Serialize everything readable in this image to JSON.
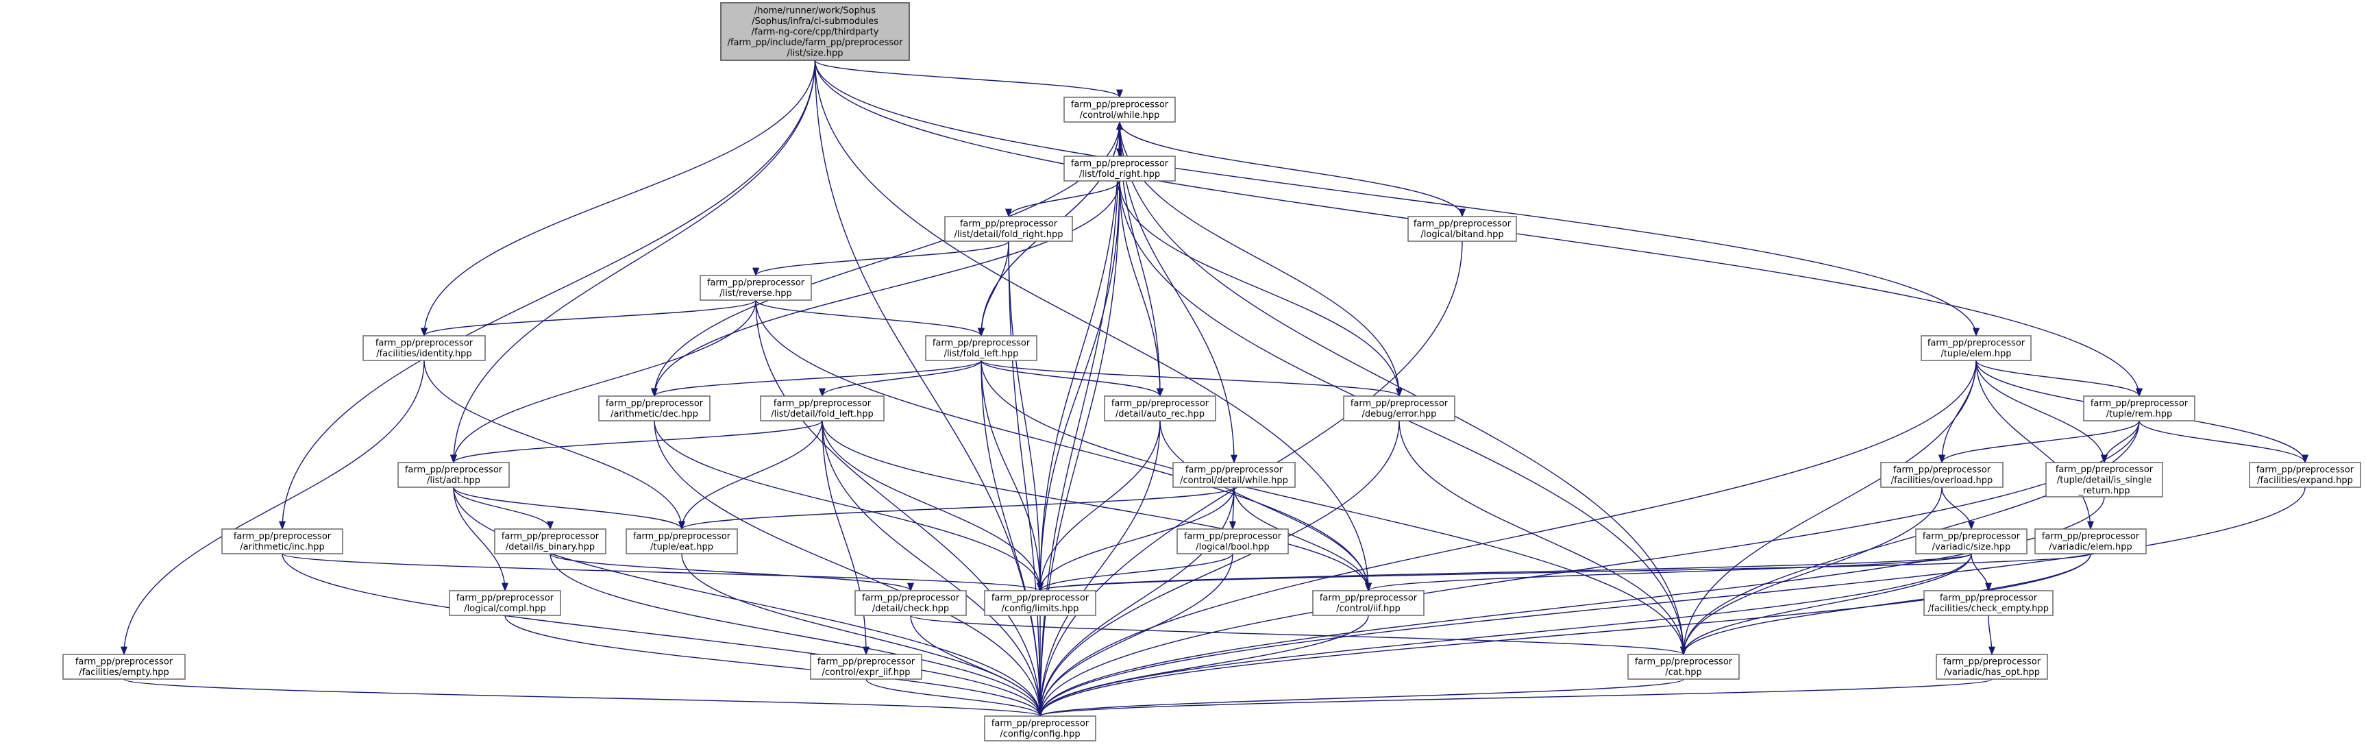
{
  "graph": {
    "title": "",
    "nodes": [
      {
        "id": "root",
        "lines": [
          "/home/runner/work/Sophus",
          "/Sophus/infra/ci-submodules",
          "/farm-ng-core/cpp/thirdparty",
          "/farm_pp/include/farm_pp/preprocessor",
          "/list/size.hpp"
        ],
        "root": true
      },
      {
        "id": "while",
        "lines": [
          "farm_pp/preprocessor",
          "/control/while.hpp"
        ]
      },
      {
        "id": "fold_right",
        "lines": [
          "farm_pp/preprocessor",
          "/list/fold_right.hpp"
        ]
      },
      {
        "id": "bitand",
        "lines": [
          "farm_pp/preprocessor",
          "/logical/bitand.hpp"
        ]
      },
      {
        "id": "detail_fold_right",
        "lines": [
          "farm_pp/preprocessor",
          "/list/detail/fold_right.hpp"
        ]
      },
      {
        "id": "reverse",
        "lines": [
          "farm_pp/preprocessor",
          "/list/reverse.hpp"
        ]
      },
      {
        "id": "identity",
        "lines": [
          "farm_pp/preprocessor",
          "/facilities/identity.hpp"
        ]
      },
      {
        "id": "fold_left",
        "lines": [
          "farm_pp/preprocessor",
          "/list/fold_left.hpp"
        ]
      },
      {
        "id": "tuple_elem",
        "lines": [
          "farm_pp/preprocessor",
          "/tuple/elem.hpp"
        ]
      },
      {
        "id": "dec",
        "lines": [
          "farm_pp/preprocessor",
          "/arithmetic/dec.hpp"
        ]
      },
      {
        "id": "detail_fold_left",
        "lines": [
          "farm_pp/preprocessor",
          "/list/detail/fold_left.hpp"
        ]
      },
      {
        "id": "auto_rec",
        "lines": [
          "farm_pp/preprocessor",
          "/detail/auto_rec.hpp"
        ]
      },
      {
        "id": "debug_error",
        "lines": [
          "farm_pp/preprocessor",
          "/debug/error.hpp"
        ]
      },
      {
        "id": "rem",
        "lines": [
          "farm_pp/preprocessor",
          "/tuple/rem.hpp"
        ]
      },
      {
        "id": "adt",
        "lines": [
          "farm_pp/preprocessor",
          "/list/adt.hpp"
        ]
      },
      {
        "id": "detail_while",
        "lines": [
          "farm_pp/preprocessor",
          "/control/detail/while.hpp"
        ]
      },
      {
        "id": "overload",
        "lines": [
          "farm_pp/preprocessor",
          "/facilities/overload.hpp"
        ]
      },
      {
        "id": "is_single_return",
        "lines": [
          "farm_pp/preprocessor",
          "/tuple/detail/is_single",
          "_return.hpp"
        ]
      },
      {
        "id": "expand",
        "lines": [
          "farm_pp/preprocessor",
          "/facilities/expand.hpp"
        ]
      },
      {
        "id": "inc",
        "lines": [
          "farm_pp/preprocessor",
          "/arithmetic/inc.hpp"
        ]
      },
      {
        "id": "is_binary",
        "lines": [
          "farm_pp/preprocessor",
          "/detail/is_binary.hpp"
        ]
      },
      {
        "id": "eat",
        "lines": [
          "farm_pp/preprocessor",
          "/tuple/eat.hpp"
        ]
      },
      {
        "id": "bool",
        "lines": [
          "farm_pp/preprocessor",
          "/logical/bool.hpp"
        ]
      },
      {
        "id": "variadic_elem",
        "lines": [
          "farm_pp/preprocessor",
          "/variadic/elem.hpp"
        ]
      },
      {
        "id": "variadic_size",
        "lines": [
          "farm_pp/preprocessor",
          "/variadic/size.hpp"
        ]
      },
      {
        "id": "compl",
        "lines": [
          "farm_pp/preprocessor",
          "/logical/compl.hpp"
        ]
      },
      {
        "id": "check",
        "lines": [
          "farm_pp/preprocessor",
          "/detail/check.hpp"
        ]
      },
      {
        "id": "limits",
        "lines": [
          "farm_pp/preprocessor",
          "/config/limits.hpp"
        ]
      },
      {
        "id": "iif",
        "lines": [
          "farm_pp/preprocessor",
          "/control/iif.hpp"
        ]
      },
      {
        "id": "check_empty",
        "lines": [
          "farm_pp/preprocessor",
          "/facilities/check_empty.hpp"
        ]
      },
      {
        "id": "empty",
        "lines": [
          "farm_pp/preprocessor",
          "/facilities/empty.hpp"
        ]
      },
      {
        "id": "expr_iif",
        "lines": [
          "farm_pp/preprocessor",
          "/control/expr_iif.hpp"
        ]
      },
      {
        "id": "cat",
        "lines": [
          "farm_pp/preprocessor",
          "/cat.hpp"
        ]
      },
      {
        "id": "has_opt",
        "lines": [
          "farm_pp/preprocessor",
          "/variadic/has_opt.hpp"
        ]
      },
      {
        "id": "config",
        "lines": [
          "farm_pp/preprocessor",
          "/config/config.hpp"
        ]
      }
    ],
    "edges": [
      [
        "root",
        "while"
      ],
      [
        "root",
        "config"
      ],
      [
        "root",
        "inc"
      ],
      [
        "root",
        "identity"
      ],
      [
        "root",
        "adt"
      ],
      [
        "root",
        "tuple_elem"
      ],
      [
        "root",
        "rem"
      ],
      [
        "root",
        "iif"
      ],
      [
        "while",
        "fold_right"
      ],
      [
        "while",
        "bitand"
      ],
      [
        "while",
        "fold_left"
      ],
      [
        "while",
        "dec"
      ],
      [
        "while",
        "auto_rec"
      ],
      [
        "while",
        "debug_error"
      ],
      [
        "while",
        "detail_while"
      ],
      [
        "while",
        "limits"
      ],
      [
        "while",
        "cat"
      ],
      [
        "while",
        "config"
      ],
      [
        "fold_right",
        "while"
      ],
      [
        "fold_right",
        "detail_fold_right"
      ],
      [
        "fold_right",
        "dec"
      ],
      [
        "fold_right",
        "auto_rec"
      ],
      [
        "fold_right",
        "debug_error"
      ],
      [
        "fold_right",
        "limits"
      ],
      [
        "fold_right",
        "config"
      ],
      [
        "fold_right",
        "cat"
      ],
      [
        "bitand",
        "config"
      ],
      [
        "detail_fold_right",
        "reverse"
      ],
      [
        "detail_fold_right",
        "fold_left"
      ],
      [
        "detail_fold_right",
        "limits"
      ],
      [
        "detail_fold_right",
        "config"
      ],
      [
        "reverse",
        "identity"
      ],
      [
        "reverse",
        "fold_left"
      ],
      [
        "reverse",
        "adt"
      ],
      [
        "reverse",
        "config"
      ],
      [
        "reverse",
        "iif"
      ],
      [
        "identity",
        "eat"
      ],
      [
        "identity",
        "empty"
      ],
      [
        "fold_left",
        "while"
      ],
      [
        "fold_left",
        "dec"
      ],
      [
        "fold_left",
        "detail_fold_left"
      ],
      [
        "fold_left",
        "auto_rec"
      ],
      [
        "fold_left",
        "debug_error"
      ],
      [
        "fold_left",
        "limits"
      ],
      [
        "fold_left",
        "config"
      ],
      [
        "fold_left",
        "cat"
      ],
      [
        "tuple_elem",
        "rem"
      ],
      [
        "tuple_elem",
        "overload"
      ],
      [
        "tuple_elem",
        "is_single_return"
      ],
      [
        "tuple_elem",
        "expand"
      ],
      [
        "tuple_elem",
        "variadic_elem"
      ],
      [
        "tuple_elem",
        "cat"
      ],
      [
        "tuple_elem",
        "config"
      ],
      [
        "dec",
        "limits"
      ],
      [
        "dec",
        "config"
      ],
      [
        "detail_fold_left",
        "adt"
      ],
      [
        "detail_fold_left",
        "eat"
      ],
      [
        "detail_fold_left",
        "limits"
      ],
      [
        "detail_fold_left",
        "expr_iif"
      ],
      [
        "detail_fold_left",
        "iif"
      ],
      [
        "detail_fold_left",
        "config"
      ],
      [
        "auto_rec",
        "limits"
      ],
      [
        "auto_rec",
        "iif"
      ],
      [
        "auto_rec",
        "config"
      ],
      [
        "debug_error",
        "cat"
      ],
      [
        "debug_error",
        "config"
      ],
      [
        "rem",
        "overload"
      ],
      [
        "rem",
        "is_single_return"
      ],
      [
        "rem",
        "expand"
      ],
      [
        "rem",
        "cat"
      ],
      [
        "rem",
        "config"
      ],
      [
        "adt",
        "is_binary"
      ],
      [
        "adt",
        "compl"
      ],
      [
        "adt",
        "eat"
      ],
      [
        "adt",
        "config"
      ],
      [
        "detail_while",
        "eat"
      ],
      [
        "detail_while",
        "bool"
      ],
      [
        "detail_while",
        "limits"
      ],
      [
        "detail_while",
        "iif"
      ],
      [
        "detail_while",
        "config"
      ],
      [
        "overload",
        "variadic_size"
      ],
      [
        "overload",
        "cat"
      ],
      [
        "is_single_return",
        "config"
      ],
      [
        "expand",
        "config"
      ],
      [
        "inc",
        "limits"
      ],
      [
        "inc",
        "config"
      ],
      [
        "is_binary",
        "check"
      ],
      [
        "is_binary",
        "config"
      ],
      [
        "eat",
        "config"
      ],
      [
        "bool",
        "limits"
      ],
      [
        "bool",
        "config"
      ],
      [
        "variadic_elem",
        "limits"
      ],
      [
        "variadic_elem",
        "cat"
      ],
      [
        "variadic_elem",
        "config"
      ],
      [
        "variadic_size",
        "limits"
      ],
      [
        "variadic_size",
        "iif"
      ],
      [
        "variadic_size",
        "check_empty"
      ],
      [
        "variadic_size",
        "cat"
      ],
      [
        "variadic_size",
        "config"
      ],
      [
        "compl",
        "config"
      ],
      [
        "check",
        "cat"
      ],
      [
        "check",
        "config"
      ],
      [
        "limits",
        "config"
      ],
      [
        "iif",
        "config"
      ],
      [
        "check_empty",
        "has_opt"
      ],
      [
        "empty",
        "config"
      ],
      [
        "expr_iif",
        "config"
      ],
      [
        "cat",
        "config"
      ],
      [
        "has_opt",
        "config"
      ]
    ]
  }
}
